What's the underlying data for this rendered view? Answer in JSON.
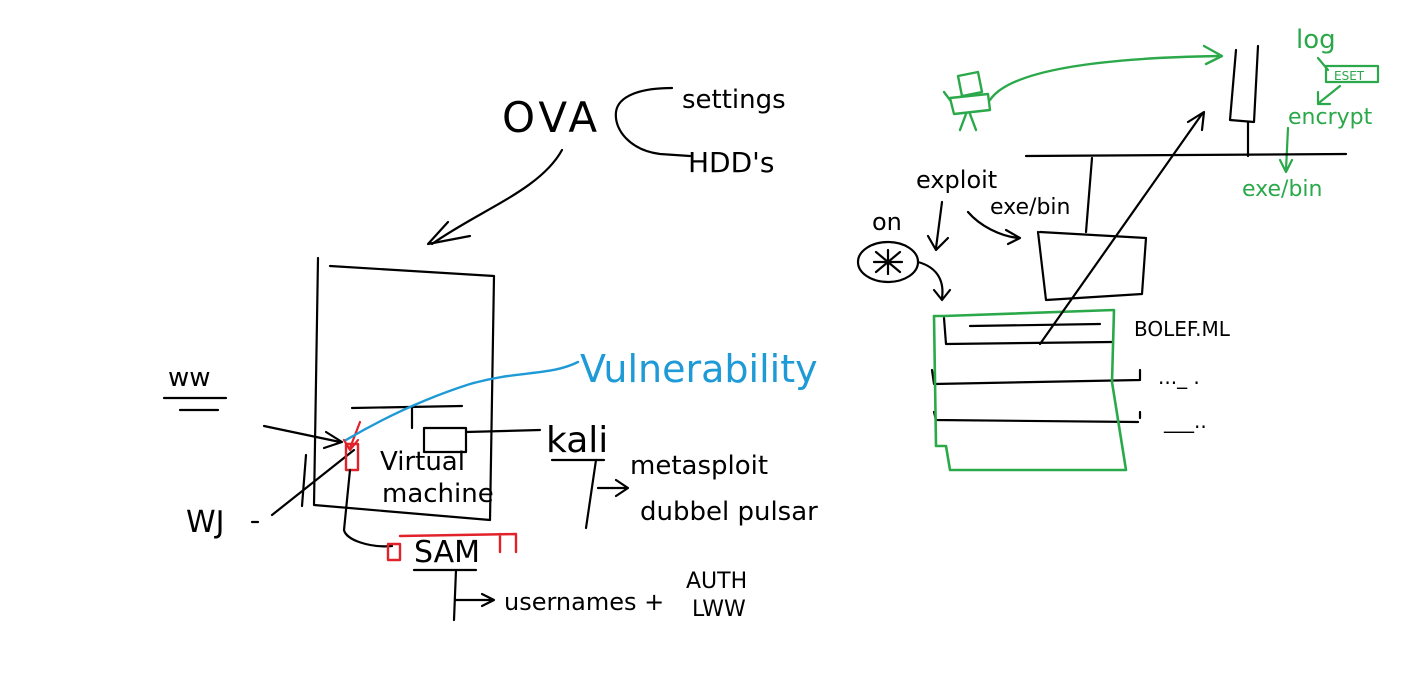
{
  "colors": {
    "ink": "#000000",
    "blue": "#1e9ad6",
    "red": "#e2222b",
    "green": "#2ba94a",
    "background": "#ffffff"
  },
  "labels": {
    "ova": "OVA",
    "settings": "settings",
    "hdds": "HDD's",
    "vulnerability": "Vulnerability",
    "virtual_machine_line1": "Virtual",
    "virtual_machine_line2": "machine",
    "ww": "ww",
    "wj": "WJ",
    "kali": "kali",
    "metasploit": "metasploit",
    "tool2": "dubbel pulsar",
    "sam": "SAM",
    "usernames": "usernames +",
    "auth": "AUTH",
    "pwd": "LWW",
    "exploit": "exploit",
    "exe_bin": "exe/bin",
    "on": "on",
    "log": "log",
    "encrypt_box": "ESET",
    "encrypt": "encrypt",
    "exe_bin_green": "exe/bin",
    "row1_label": "BOLEF.ML",
    "row2_label": "..._ .",
    "row3_label": "___.."
  }
}
